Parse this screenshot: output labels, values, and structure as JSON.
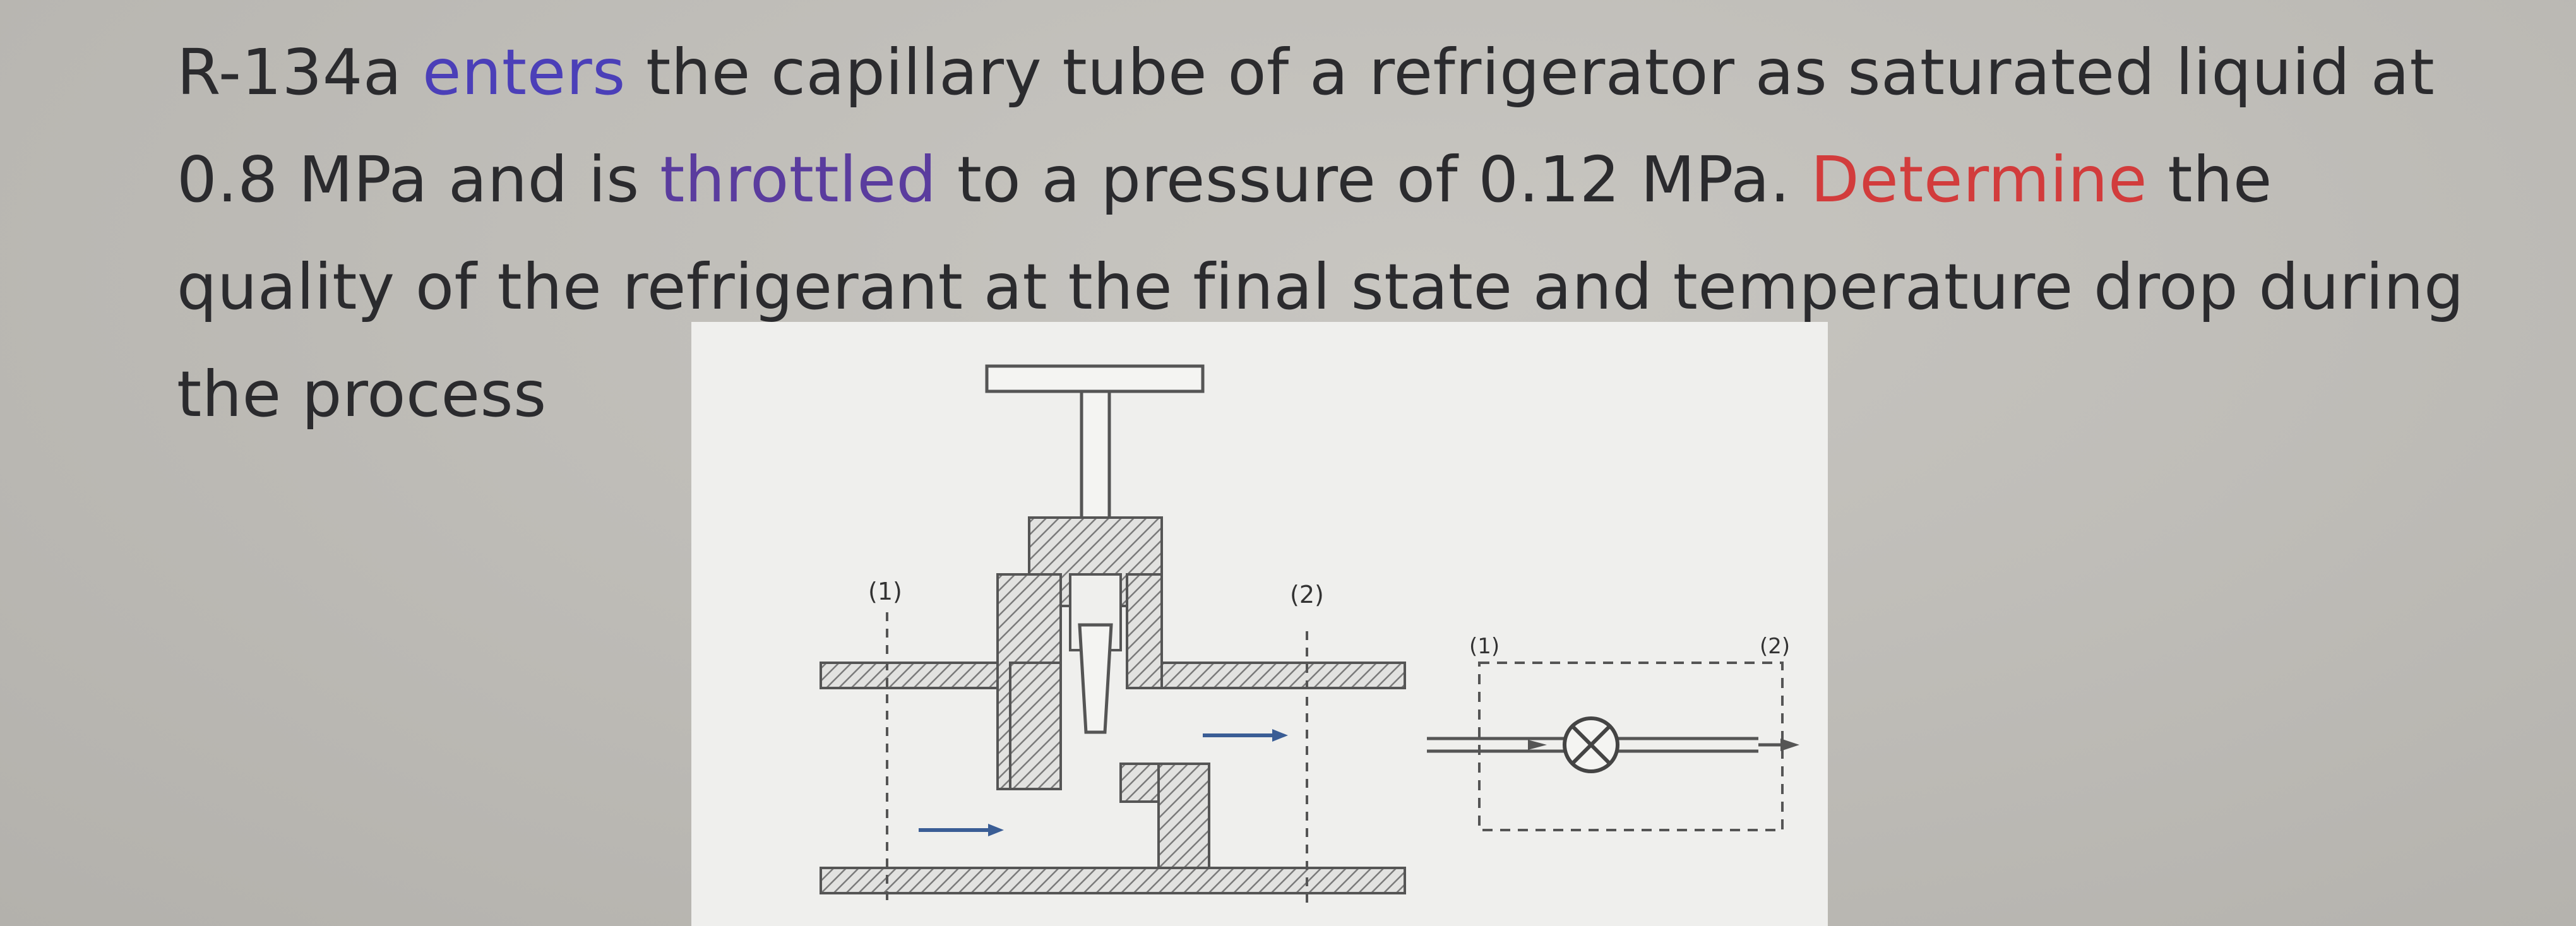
{
  "problem": {
    "seg1": "R-134a ",
    "kw_enters": "enters",
    "seg2": " the capillary tube of a refrigerator as saturated liquid at 0.8 MPa and is ",
    "kw_throttled": "throttled",
    "seg3": " to a pressure of 0.12 MPa. ",
    "kw_determine": "Determine",
    "seg4": " the quality of the refrigerant at the final state and temperature drop during the process"
  },
  "figure": {
    "valve_label_in": "(1)",
    "valve_label_out": "(2)",
    "symbol_label_in": "(1)",
    "symbol_label_out": "(2)"
  },
  "colors": {
    "enters": "#4b3fb8",
    "throttled": "#5a3c9e",
    "determine": "#d23c3c",
    "flow_arrow": "#3a5d95"
  }
}
